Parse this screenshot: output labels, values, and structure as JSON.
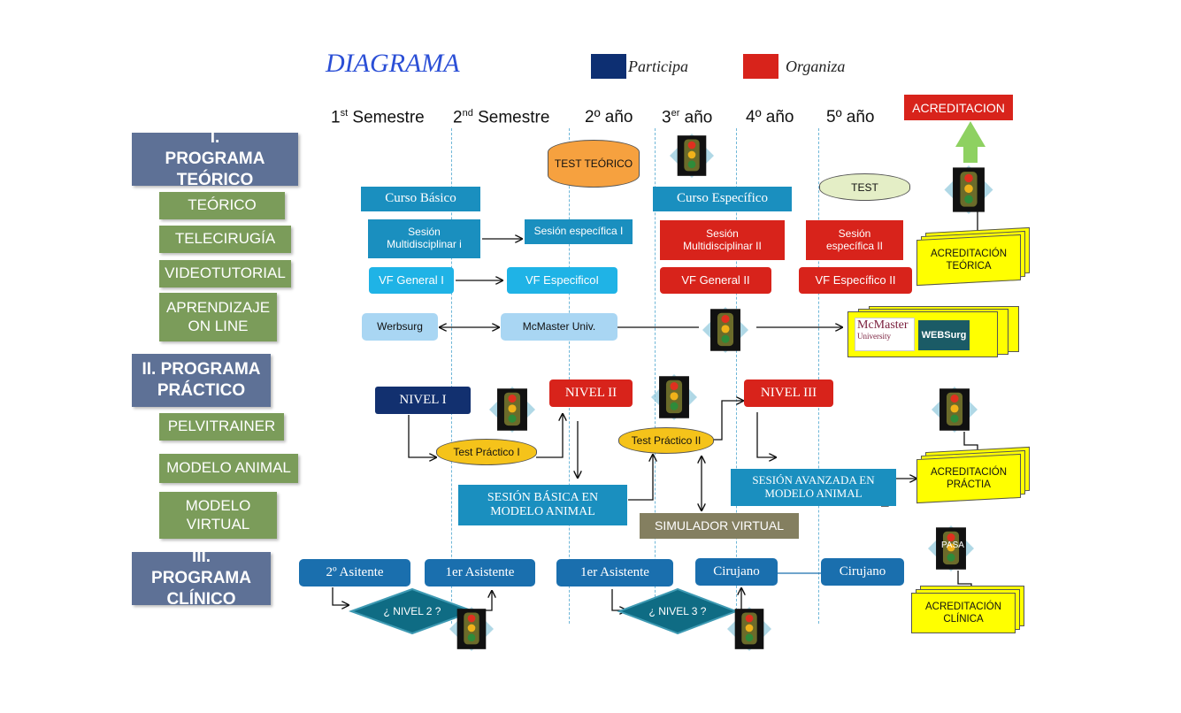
{
  "title": "DIAGRAMA",
  "legend": {
    "participa": {
      "label": "Participa",
      "color": "#0d2f72"
    },
    "organiza": {
      "label": "Organiza",
      "color": "#d8231b"
    }
  },
  "columns": {
    "c1": {
      "base": "1",
      "sup": "st",
      "rest": " Semestre"
    },
    "c2": {
      "base": "2",
      "sup": "nd",
      "rest": " Semestre"
    },
    "c3": {
      "base": "2º año",
      "sup": "",
      "rest": ""
    },
    "c4": {
      "base": "3",
      "sup": "er",
      "rest": " año"
    },
    "c5": {
      "base": "4º año",
      "sup": "",
      "rest": ""
    },
    "c6": {
      "base": "5º año",
      "sup": "",
      "rest": ""
    }
  },
  "programs": {
    "teorico": {
      "title": "I. PROGRAMA TEÓRICO",
      "items": [
        "TEÓRICO",
        "TELECIRUGÍA",
        "VIDEOTUTORIAL",
        "APRENDIZAJE ON LINE"
      ]
    },
    "practico": {
      "title": "II. PROGRAMA PRÁCTICO",
      "items": [
        "PELVITRAINER",
        "MODELO ANIMAL",
        "MODELO VIRTUAL"
      ]
    },
    "clinico": {
      "title": "III. PROGRAMA CLÍNICO"
    }
  },
  "theory": {
    "test_teorico": "TEST TEÓRICO",
    "test": "TEST",
    "curso_basico": "Curso Básico",
    "curso_especifico": "Curso Específico",
    "sesion_multi_1": "Sesión Multidisciplinar i",
    "sesion_especifica_1": "Sesión específica I",
    "sesion_multi_2": "Sesión Multidisciplinar II",
    "sesion_especifica_2": "Sesión específica II",
    "vf_general_1": "VF General I",
    "vf_especifico_1": "VF  EspecificoI",
    "vf_general_2": "VF General II",
    "vf_especifico_2": "VF Específico II",
    "websurg": "Werbsurg",
    "mcmaster": "McMaster Univ.",
    "acreditacion": "ACREDITACION",
    "acred_teorica": "ACREDITACIÓN TEÓRICA",
    "logo_mcmaster": "McMaster",
    "logo_university": "University",
    "logo_websurg": "WEBSurg"
  },
  "practice": {
    "nivel_1": "NIVEL I",
    "nivel_2": "NIVEL II",
    "nivel_3": "NIVEL III",
    "test_practico_1": "Test Práctico I",
    "test_practico_2": "Test Práctico II",
    "sesion_basica": "SESIÓN BÁSICA EN MODELO ANIMAL",
    "sesion_avanzada": "SESIÓN AVANZADA EN MODELO ANIMAL",
    "simulador": "SIMULADOR VIRTUAL",
    "acred_practica": "ACREDITACIÓN PRÁCTIA"
  },
  "clinical": {
    "asistente_2": "2º Asitente",
    "asistente_1a": "1er Asistente",
    "asistente_1b": "1er Asistente",
    "cirujano_1": "Cirujano",
    "cirujano_2": "Cirujano",
    "nivel_2_q": "¿ NIVEL 2 ?",
    "nivel_3_q": "¿ NIVEL 3 ?",
    "pasa": "PASA",
    "acred_clinica": "ACREDITACIÓN CLÍNICA"
  }
}
